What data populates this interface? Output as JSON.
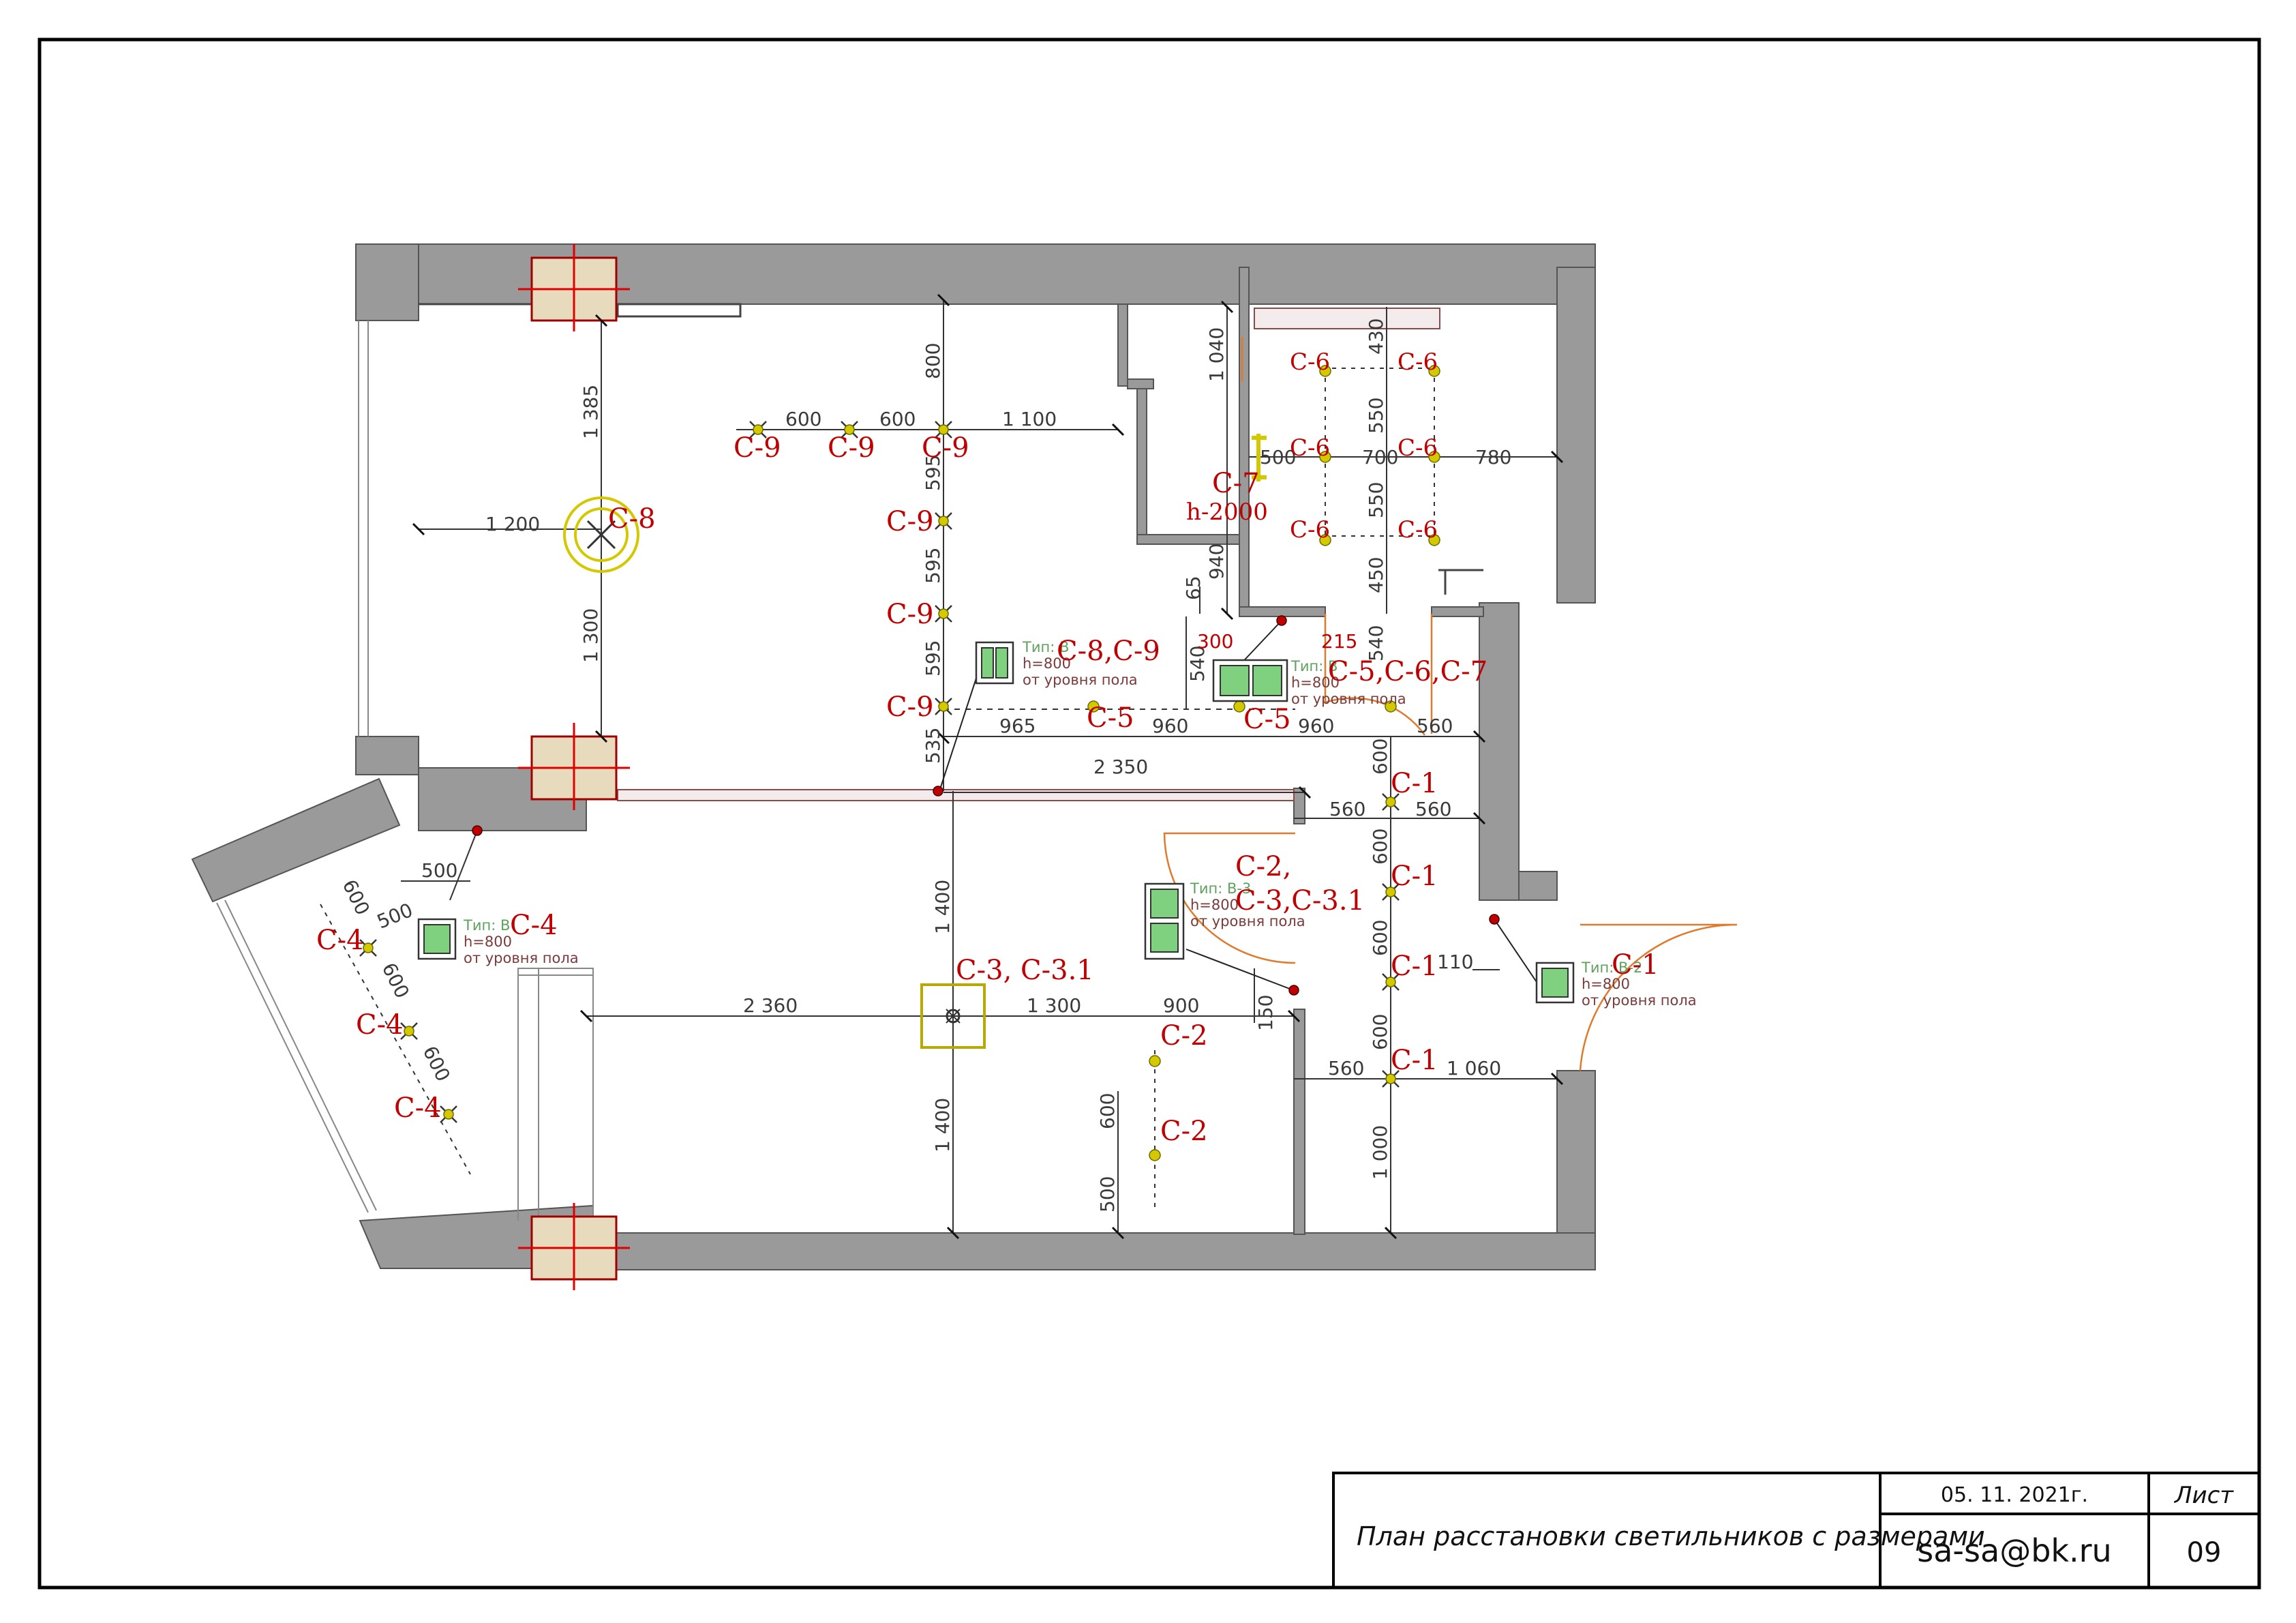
{
  "title_block": {
    "title": "План расстановки светильников с размерами",
    "date": "05. 11. 2021г.",
    "sheet_label": "Лист",
    "email": "sa-sa@bk.ru",
    "sheet_number": "09"
  },
  "colors": {
    "wall": "#9a9a9a",
    "label": "#c00000",
    "column": "#e8dbbd",
    "dim": "#3a3a3a",
    "door": "#e07a2c",
    "switch": "#7fd07f",
    "fixture": "#d4c800"
  },
  "labels": {
    "c9_1": "С-9",
    "c9_2": "С-9",
    "c9_3": "С-9",
    "c9_4": "С-9",
    "c9_5": "С-9",
    "c9_6": "С-9",
    "c8": "С-8",
    "c8c9": "С-8,С-9",
    "c6_1": "С-6",
    "c6_2": "С-6",
    "c6_3": "С-6",
    "c6_4": "С-6",
    "c6_5": "С-6",
    "c6_6": "С-6",
    "c7": "С-7",
    "c7h": "h-2000",
    "c5_1": "С-5",
    "c5_2": "С-5",
    "c567": "С-5,С-6,С-7",
    "c1_1": "С-1",
    "c1_2": "С-1",
    "c1_3": "С-1",
    "c1_4": "С-1",
    "c1_sw": "С-1",
    "c2a": "С-2,",
    "c2b": "С-3,С-3.1",
    "c2_1": "С-2",
    "c2_2": "С-2",
    "c3": "С-3, С-3.1",
    "c4_1": "С-4",
    "c4_2": "С-4",
    "c4_3": "С-4",
    "c4_sw": "С-4"
  },
  "switches": {
    "s1": {
      "type": "Тип: В",
      "h": "h=800",
      "floor": "от уровня пола"
    },
    "s2": {
      "type": "Тип: В",
      "h": "h=800",
      "floor": "от уровня пола"
    },
    "s3": {
      "type": "Тип: В-3",
      "h": "h=800",
      "floor": "от уровня пола"
    },
    "s4": {
      "type": "Тип: В",
      "h": "h=800",
      "floor": "от уровня пола"
    },
    "s5": {
      "type": "Тип: В-2",
      "h": "h=800",
      "floor": "от уровня пола"
    }
  },
  "dims": {
    "d1385": "1 385",
    "d1200": "1 200",
    "d1300a": "1 300",
    "d600a": "600",
    "d600b": "600",
    "d1100": "1 100",
    "d800": "800",
    "d595a": "595",
    "d595b": "595",
    "d595c": "595",
    "d535": "535",
    "d965": "965",
    "d960a": "960",
    "d960b": "960",
    "d560a": "560",
    "d2350": "2 350",
    "d1040": "1 040",
    "d940": "940",
    "d65": "65",
    "d540a": "540",
    "d300": "300",
    "d215": "215",
    "d540b": "540",
    "d430": "430",
    "d550a": "550",
    "d550b": "550",
    "d450": "450",
    "d500a": "500",
    "d700": "700",
    "d780": "780",
    "d600c": "600",
    "d560b": "560",
    "d560c": "560",
    "d600d": "600",
    "d600e": "600",
    "d600f": "600",
    "d110": "110",
    "d560d": "560",
    "d1060": "1 060",
    "d1000": "1 000",
    "d1400a": "1 400",
    "d1400b": "1 400",
    "d2360": "2 360",
    "d1300b": "1 300",
    "d900": "900",
    "d150": "150",
    "d600g": "600",
    "d500b": "500",
    "d500c": "500",
    "d500d": "500",
    "d600h": "600",
    "d600i": "600",
    "d600j": "600"
  }
}
